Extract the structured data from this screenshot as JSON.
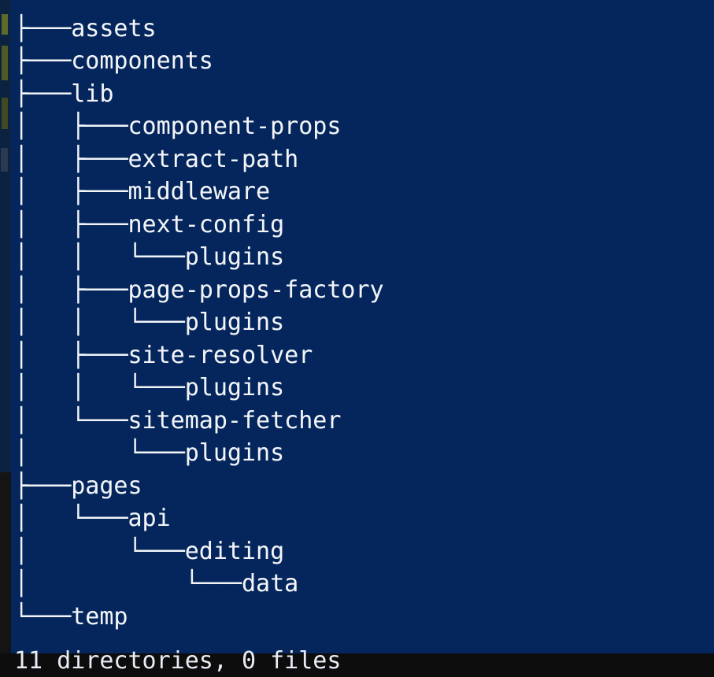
{
  "terminal": {
    "background_color": "#04265c",
    "foreground_color": "#f2f4f8",
    "branch_color": "#dde4ee",
    "command_output_type": "tree",
    "clipped_top_row": "└──",
    "clipped_bottom_row": "11 directories, 0 files"
  },
  "desktop": {
    "backdrop_color": "#141414",
    "left_strip_color": "#0b2340"
  },
  "tree": {
    "root_label": "",
    "lines": [
      {
        "prefix": "",
        "label": "",
        "raw": "└──  ·  ·"
      },
      {
        "prefix": "├──",
        "label": "assets",
        "raw": "├───assets"
      },
      {
        "prefix": "├──",
        "label": "components",
        "raw": "├───components"
      },
      {
        "prefix": "├──",
        "label": "lib",
        "raw": "├───lib"
      },
      {
        "prefix": "│   ├──",
        "label": "component-props",
        "raw": "│   ├───component-props"
      },
      {
        "prefix": "│   ├──",
        "label": "extract-path",
        "raw": "│   ├───extract-path"
      },
      {
        "prefix": "│   ├──",
        "label": "middleware",
        "raw": "│   ├───middleware"
      },
      {
        "prefix": "│   ├──",
        "label": "next-config",
        "raw": "│   ├───next-config"
      },
      {
        "prefix": "│   │   └──",
        "label": "plugins",
        "raw": "│   │   └───plugins"
      },
      {
        "prefix": "│   ├──",
        "label": "page-props-factory",
        "raw": "│   ├───page-props-factory"
      },
      {
        "prefix": "│   │   └──",
        "label": "plugins",
        "raw": "│   │   └───plugins"
      },
      {
        "prefix": "│   ├──",
        "label": "site-resolver",
        "raw": "│   ├───site-resolver"
      },
      {
        "prefix": "│   │   └──",
        "label": "plugins",
        "raw": "│   │   └───plugins"
      },
      {
        "prefix": "│   └──",
        "label": "sitemap-fetcher",
        "raw": "│   └───sitemap-fetcher"
      },
      {
        "prefix": "│       └──",
        "label": "plugins",
        "raw": "│       └───plugins"
      },
      {
        "prefix": "├──",
        "label": "pages",
        "raw": "├───pages"
      },
      {
        "prefix": "│   └──",
        "label": "api",
        "raw": "│   └───api"
      },
      {
        "prefix": "│       └──",
        "label": "editing",
        "raw": "│       └───editing"
      },
      {
        "prefix": "│           └──",
        "label": "data",
        "raw": "│           └───data"
      },
      {
        "prefix": "└──",
        "label": "temp",
        "raw": "└───temp"
      }
    ],
    "rendered": [
      "└──  ·  ·",
      "├───assets",
      "├───components",
      "├───lib",
      "│   ├───component-props",
      "│   ├───extract-path",
      "│   ├───middleware",
      "│   ├───next-config",
      "│   │   └───plugins",
      "│   ├───page-props-factory",
      "│   │   └───plugins",
      "│   ├───site-resolver",
      "│   │   └───plugins",
      "│   └───sitemap-fetcher",
      "│       └───plugins",
      "├───pages",
      "│   └───api",
      "│       └───editing",
      "│           └───data",
      "└───temp"
    ]
  }
}
